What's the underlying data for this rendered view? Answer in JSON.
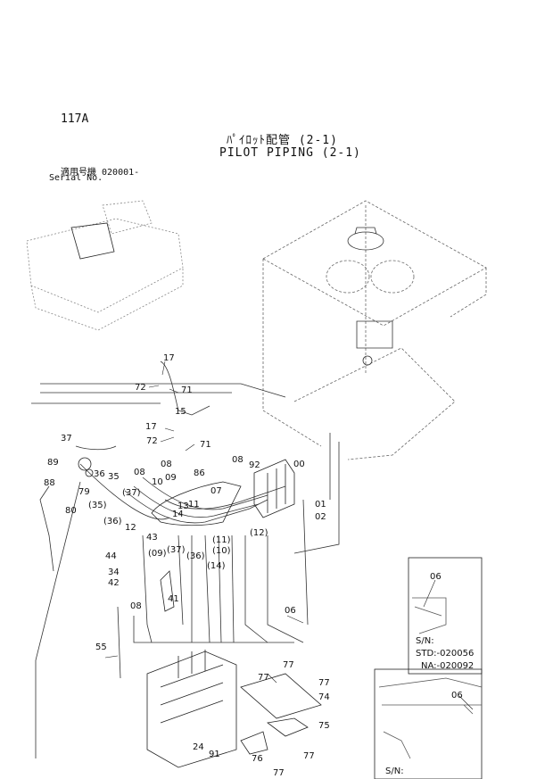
{
  "header": {
    "page_number": "117A",
    "title_jp": "ﾊﾟｲﾛｯﾄ配管 (2-1)",
    "title_en": "PILOT PIPING (2-1)",
    "serial_label_jp": "適用号機  020001-",
    "serial_label_en": "Serial No."
  },
  "callouts": [
    {
      "id": "c17a",
      "text": "17"
    },
    {
      "id": "c72a",
      "text": "72"
    },
    {
      "id": "c71a",
      "text": "71"
    },
    {
      "id": "c15",
      "text": "15"
    },
    {
      "id": "c17b",
      "text": "17"
    },
    {
      "id": "c72b",
      "text": "72"
    },
    {
      "id": "c71b",
      "text": "71"
    },
    {
      "id": "c37",
      "text": "37"
    },
    {
      "id": "c89",
      "text": "89"
    },
    {
      "id": "c36",
      "text": "36"
    },
    {
      "id": "c35",
      "text": "35"
    },
    {
      "id": "c88",
      "text": "88"
    },
    {
      "id": "c79",
      "text": "79"
    },
    {
      "id": "c80",
      "text": "80"
    },
    {
      "id": "c35p",
      "text": "(35)"
    },
    {
      "id": "c08a",
      "text": "08"
    },
    {
      "id": "c37p",
      "text": "(37)"
    },
    {
      "id": "c10",
      "text": "10"
    },
    {
      "id": "c09",
      "text": "09"
    },
    {
      "id": "c08b",
      "text": "08"
    },
    {
      "id": "c86",
      "text": "86"
    },
    {
      "id": "c07",
      "text": "07"
    },
    {
      "id": "c08c",
      "text": "08"
    },
    {
      "id": "c92",
      "text": "92"
    },
    {
      "id": "c00",
      "text": "00"
    },
    {
      "id": "c13",
      "text": "13"
    },
    {
      "id": "c14",
      "text": "14"
    },
    {
      "id": "c11",
      "text": "11"
    },
    {
      "id": "c36p",
      "text": "(36)"
    },
    {
      "id": "c12",
      "text": "12"
    },
    {
      "id": "c43",
      "text": "43"
    },
    {
      "id": "c01",
      "text": "01"
    },
    {
      "id": "c02",
      "text": "02"
    },
    {
      "id": "c12p",
      "text": "(12)"
    },
    {
      "id": "c11p",
      "text": "(11)"
    },
    {
      "id": "c10p",
      "text": "(10)"
    },
    {
      "id": "c09p",
      "text": "(09)"
    },
    {
      "id": "c37p2",
      "text": "(37)"
    },
    {
      "id": "c36p2",
      "text": "(36)"
    },
    {
      "id": "c14p",
      "text": "(14)"
    },
    {
      "id": "c44",
      "text": "44"
    },
    {
      "id": "c34",
      "text": "34"
    },
    {
      "id": "c42",
      "text": "42"
    },
    {
      "id": "c41",
      "text": "41"
    },
    {
      "id": "c08d",
      "text": "08"
    },
    {
      "id": "c06a",
      "text": "06"
    },
    {
      "id": "c55",
      "text": "55"
    },
    {
      "id": "c77a",
      "text": "77"
    },
    {
      "id": "c77b",
      "text": "77"
    },
    {
      "id": "c77c",
      "text": "77"
    },
    {
      "id": "c74",
      "text": "74"
    },
    {
      "id": "c75",
      "text": "75"
    },
    {
      "id": "c77d",
      "text": "77"
    },
    {
      "id": "c24",
      "text": "24"
    },
    {
      "id": "c91",
      "text": "91"
    },
    {
      "id": "c76",
      "text": "76"
    },
    {
      "id": "c77e",
      "text": "77"
    }
  ],
  "inset_top": {
    "part": "06",
    "sn_label": "S/N:",
    "std_line": "STD:-020056",
    "na_line": "NA:-020092"
  },
  "inset_bottom": {
    "part": "06",
    "sn_label": "S/N:"
  }
}
